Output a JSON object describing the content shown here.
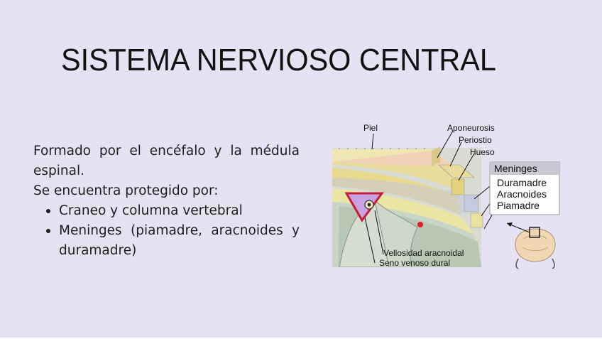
{
  "slide": {
    "title": "SISTEMA NERVIOSO CENTRAL",
    "paragraph_1": "Formado por el encéfalo y la médula espinal.",
    "paragraph_2": "Se encuentra protegido por:",
    "bullets": [
      "Craneo y columna vertebral",
      "Meninges (piamadre, aracnoides y duramadre)"
    ]
  },
  "figure": {
    "labels": {
      "piel": "Piel",
      "aponeurosis": "Aponeurosis",
      "periostio": "Periostio",
      "hueso": "Hueso",
      "vellosidad": "Vellosidad aracnoidal",
      "seno": "Seno venoso dural"
    },
    "meninges_box": {
      "header": "Meninges",
      "items": [
        "Duramadre",
        "Aracnoides",
        "Piamadre"
      ]
    }
  }
}
